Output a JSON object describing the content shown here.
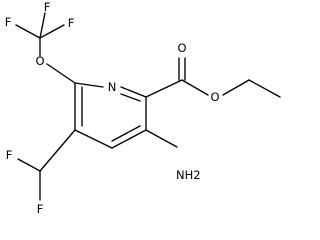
{
  "molecule": {
    "atoms": {
      "f1": "F",
      "f2": "F",
      "f3": "F",
      "o_ether": "O",
      "n_ring": "N",
      "o_carbonyl": "O",
      "o_ester": "O",
      "f4": "F",
      "f5": "F",
      "nh2": "NH2"
    }
  }
}
